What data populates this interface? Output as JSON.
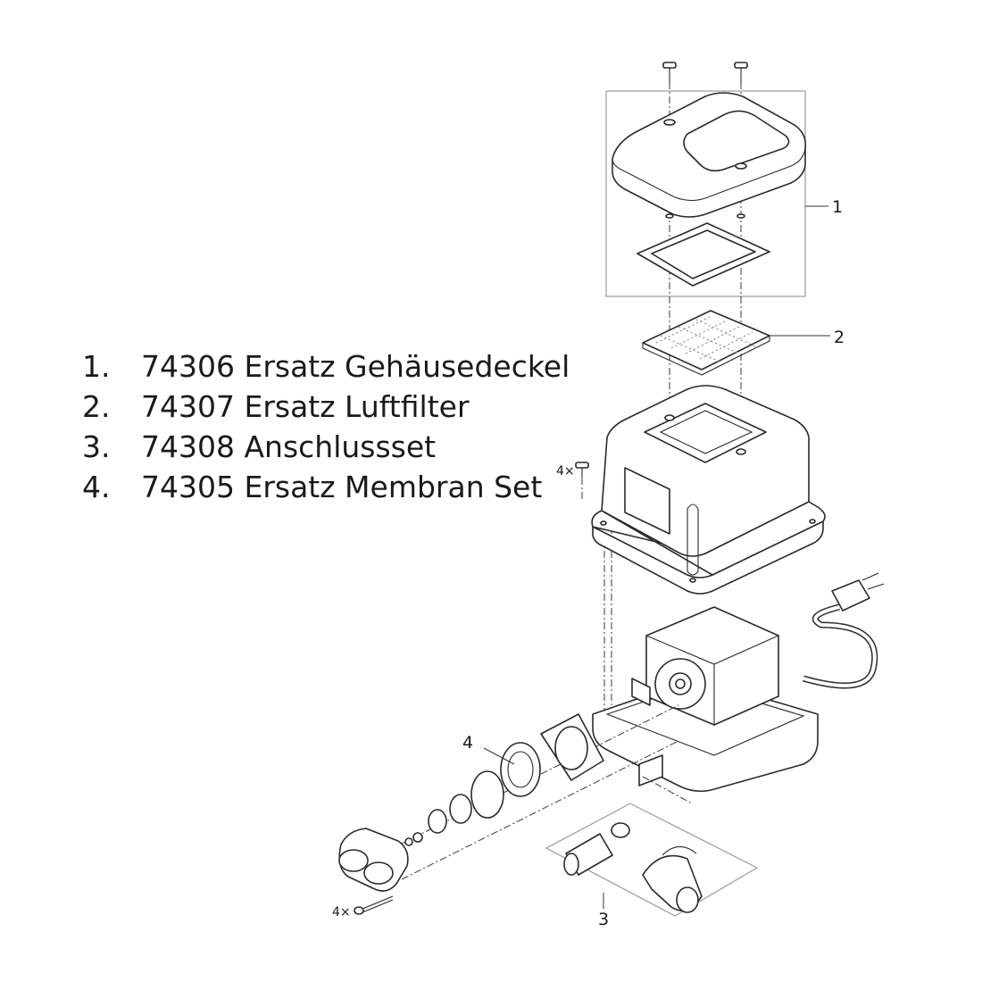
{
  "parts": [
    {
      "num": "1.",
      "text": "74306 Ersatz Gehäusedeckel"
    },
    {
      "num": "2.",
      "text": "74307 Ersatz Luftfilter"
    },
    {
      "num": "3.",
      "text": "74308 Anschlussset"
    },
    {
      "num": "4.",
      "text": "74305 Ersatz Membran Set"
    }
  ],
  "callouts": {
    "c1": "1",
    "c2": "2",
    "c3": "3",
    "c4": "4"
  },
  "quantities": {
    "screws_top_housing": "4×",
    "screws_diaphragm_head": "4×"
  },
  "colors": {
    "text": "#1a1a1a",
    "line": "#2a2a2a",
    "group_box": "#9a9a9a",
    "background": "#ffffff"
  }
}
